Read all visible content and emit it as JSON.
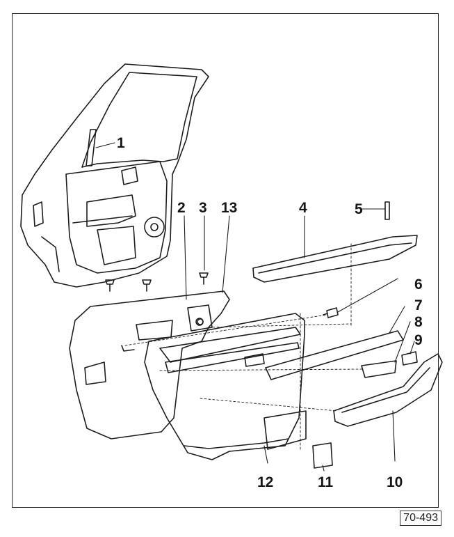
{
  "callouts": [
    "1",
    "2",
    "3",
    "13",
    "4",
    "5",
    "6",
    "7",
    "8",
    "9",
    "10",
    "11",
    "12"
  ],
  "reference_code": "70-493"
}
